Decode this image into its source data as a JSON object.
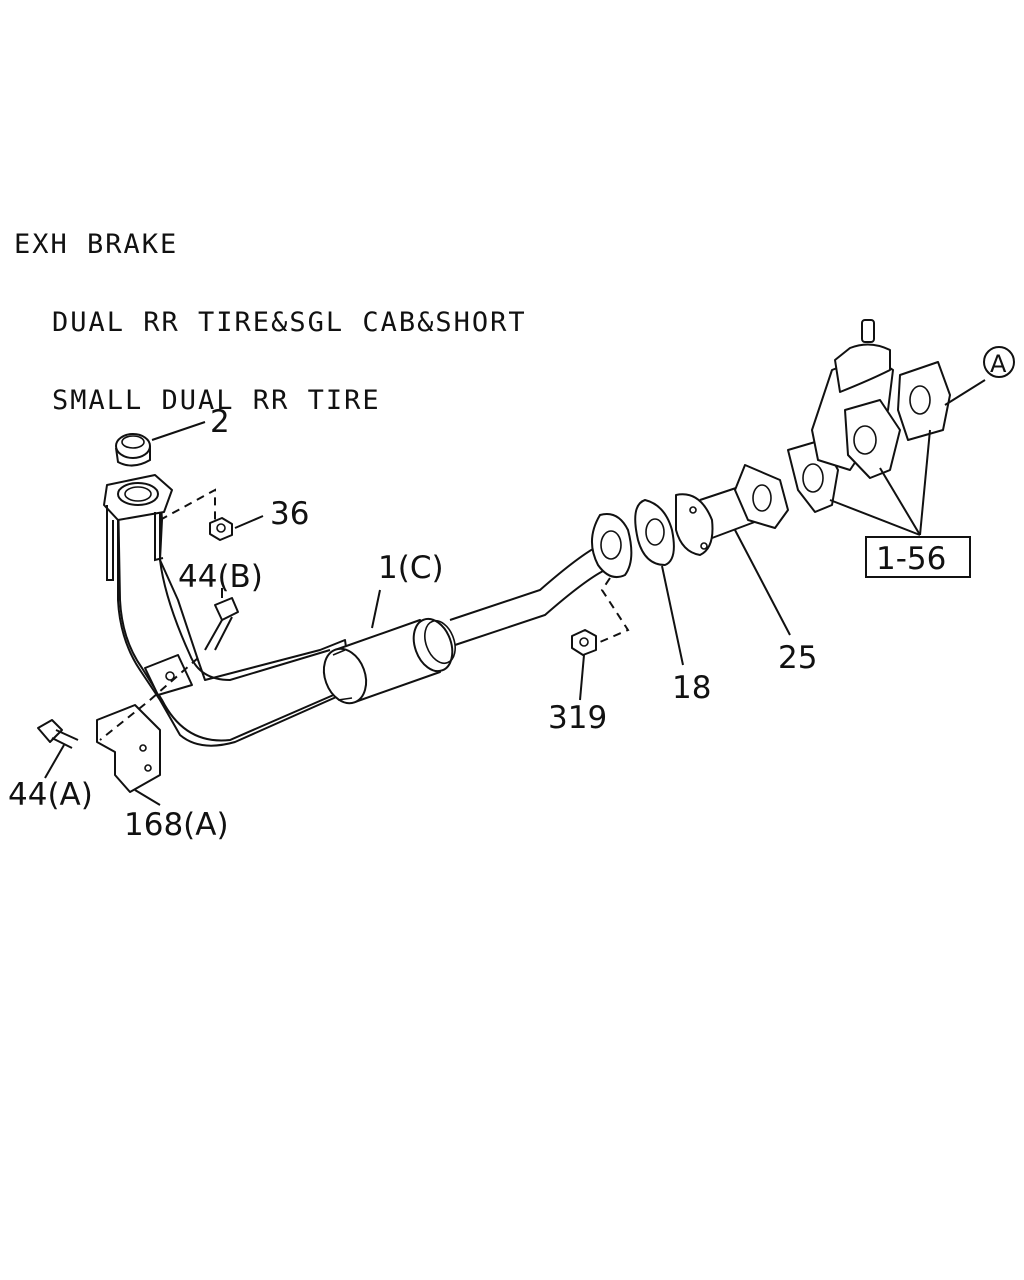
{
  "header": {
    "line1": "EXH BRAKE",
    "line2": "DUAL RR TIRE&SGL CAB&SHORT",
    "line3": "SMALL DUAL RR TIRE"
  },
  "callouts": {
    "c2": "2",
    "c36": "36",
    "c44b": "44(B)",
    "c1c": "1(C)",
    "c319": "319",
    "c18": "18",
    "c25": "25",
    "c156": "1-56",
    "cA": "A",
    "c44a": "44(A)",
    "c168a": "168(A)"
  },
  "colors": {
    "line": "#111111",
    "background": "#ffffff"
  }
}
